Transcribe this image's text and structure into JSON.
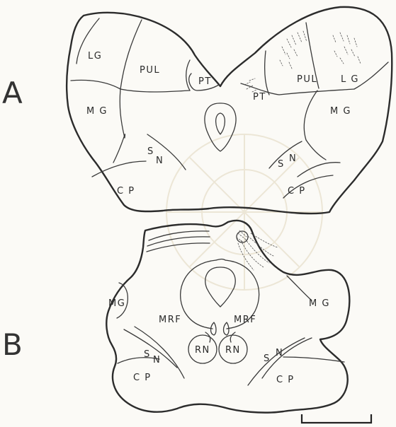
{
  "panels": {
    "a": {
      "letter": "A",
      "labels": {
        "lg_left": "LG",
        "pul_left": "PUL",
        "pt_left": "PT",
        "pt_right": "PT",
        "pul_right": "PUL",
        "lg_right": "L G",
        "mg_left": "M G",
        "mg_right": "M G",
        "sn_left_s": "S",
        "sn_left_n": "N",
        "sn_right_s": "S",
        "sn_right_n": "N",
        "cp_left": "C P",
        "cp_right": "C P"
      }
    },
    "b": {
      "letter": "B",
      "labels": {
        "mg_left": "MG",
        "mg_right": "M G",
        "mrf_left": "MRF",
        "mrf_right": "MRF",
        "rn_left": "RN",
        "rn_right": "RN",
        "sn_left_s": "S",
        "sn_left_n": "N",
        "sn_right_s": "S",
        "sn_right_n": "N",
        "cp_left": "C P",
        "cp_right": "C P"
      }
    }
  }
}
